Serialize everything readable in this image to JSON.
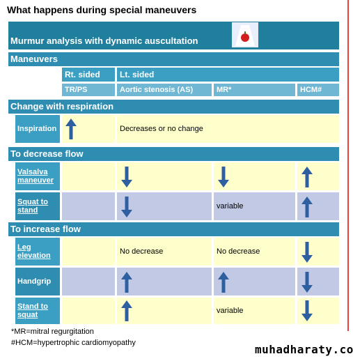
{
  "page_title": "What happens during special maneuvers",
  "banner": {
    "title": "Murmur analysis with dynamic auscultation",
    "icon": "apple-on-plate-icon"
  },
  "colors": {
    "section_bar": "#2e8db0",
    "header": "#3a9fc2",
    "subheader": "#6fb7d2",
    "cell_yellow": "#ffffcc",
    "cell_purple": "#c2c9e4",
    "arrow": "#2d5fa1"
  },
  "sections": {
    "maneuvers": "Maneuvers",
    "respiration": "Change with respiration",
    "decrease": "To decrease flow",
    "increase": "To increase flow"
  },
  "columns": {
    "rt": "Rt. sided",
    "lt": "Lt. sided",
    "trps": "TR/PS",
    "as": "Aortic stenosis (AS)",
    "mr": "MR*",
    "hcm": "HCM#"
  },
  "rows": {
    "inspiration": {
      "label": "Inspiration",
      "tr": "up",
      "lt_text": "Decreases or no change"
    },
    "valsalva": {
      "label": "Valsalva maneuver",
      "tr": "",
      "as": "down",
      "mr": "down",
      "hcm": "up"
    },
    "squat": {
      "label": "Squat to stand",
      "tr": "",
      "as": "down",
      "mr_text": "variable",
      "hcm": "up"
    },
    "leg": {
      "label": "Leg elevation",
      "tr": "",
      "as_text": "No decrease",
      "mr_text": "No decrease",
      "hcm": "down"
    },
    "handgrip": {
      "label": "Handgrip",
      "tr": "",
      "as": "up",
      "mr": "up",
      "hcm": "down"
    },
    "stand": {
      "label": "Stand to squat",
      "tr": "",
      "as": "up",
      "mr_text": "variable",
      "hcm": "down"
    }
  },
  "footnotes": {
    "mr": "*MR=mitral regurgitation",
    "hcm": "#HCM=hypertrophic cardiomyopathy"
  },
  "watermark": "muhadharaty.com"
}
